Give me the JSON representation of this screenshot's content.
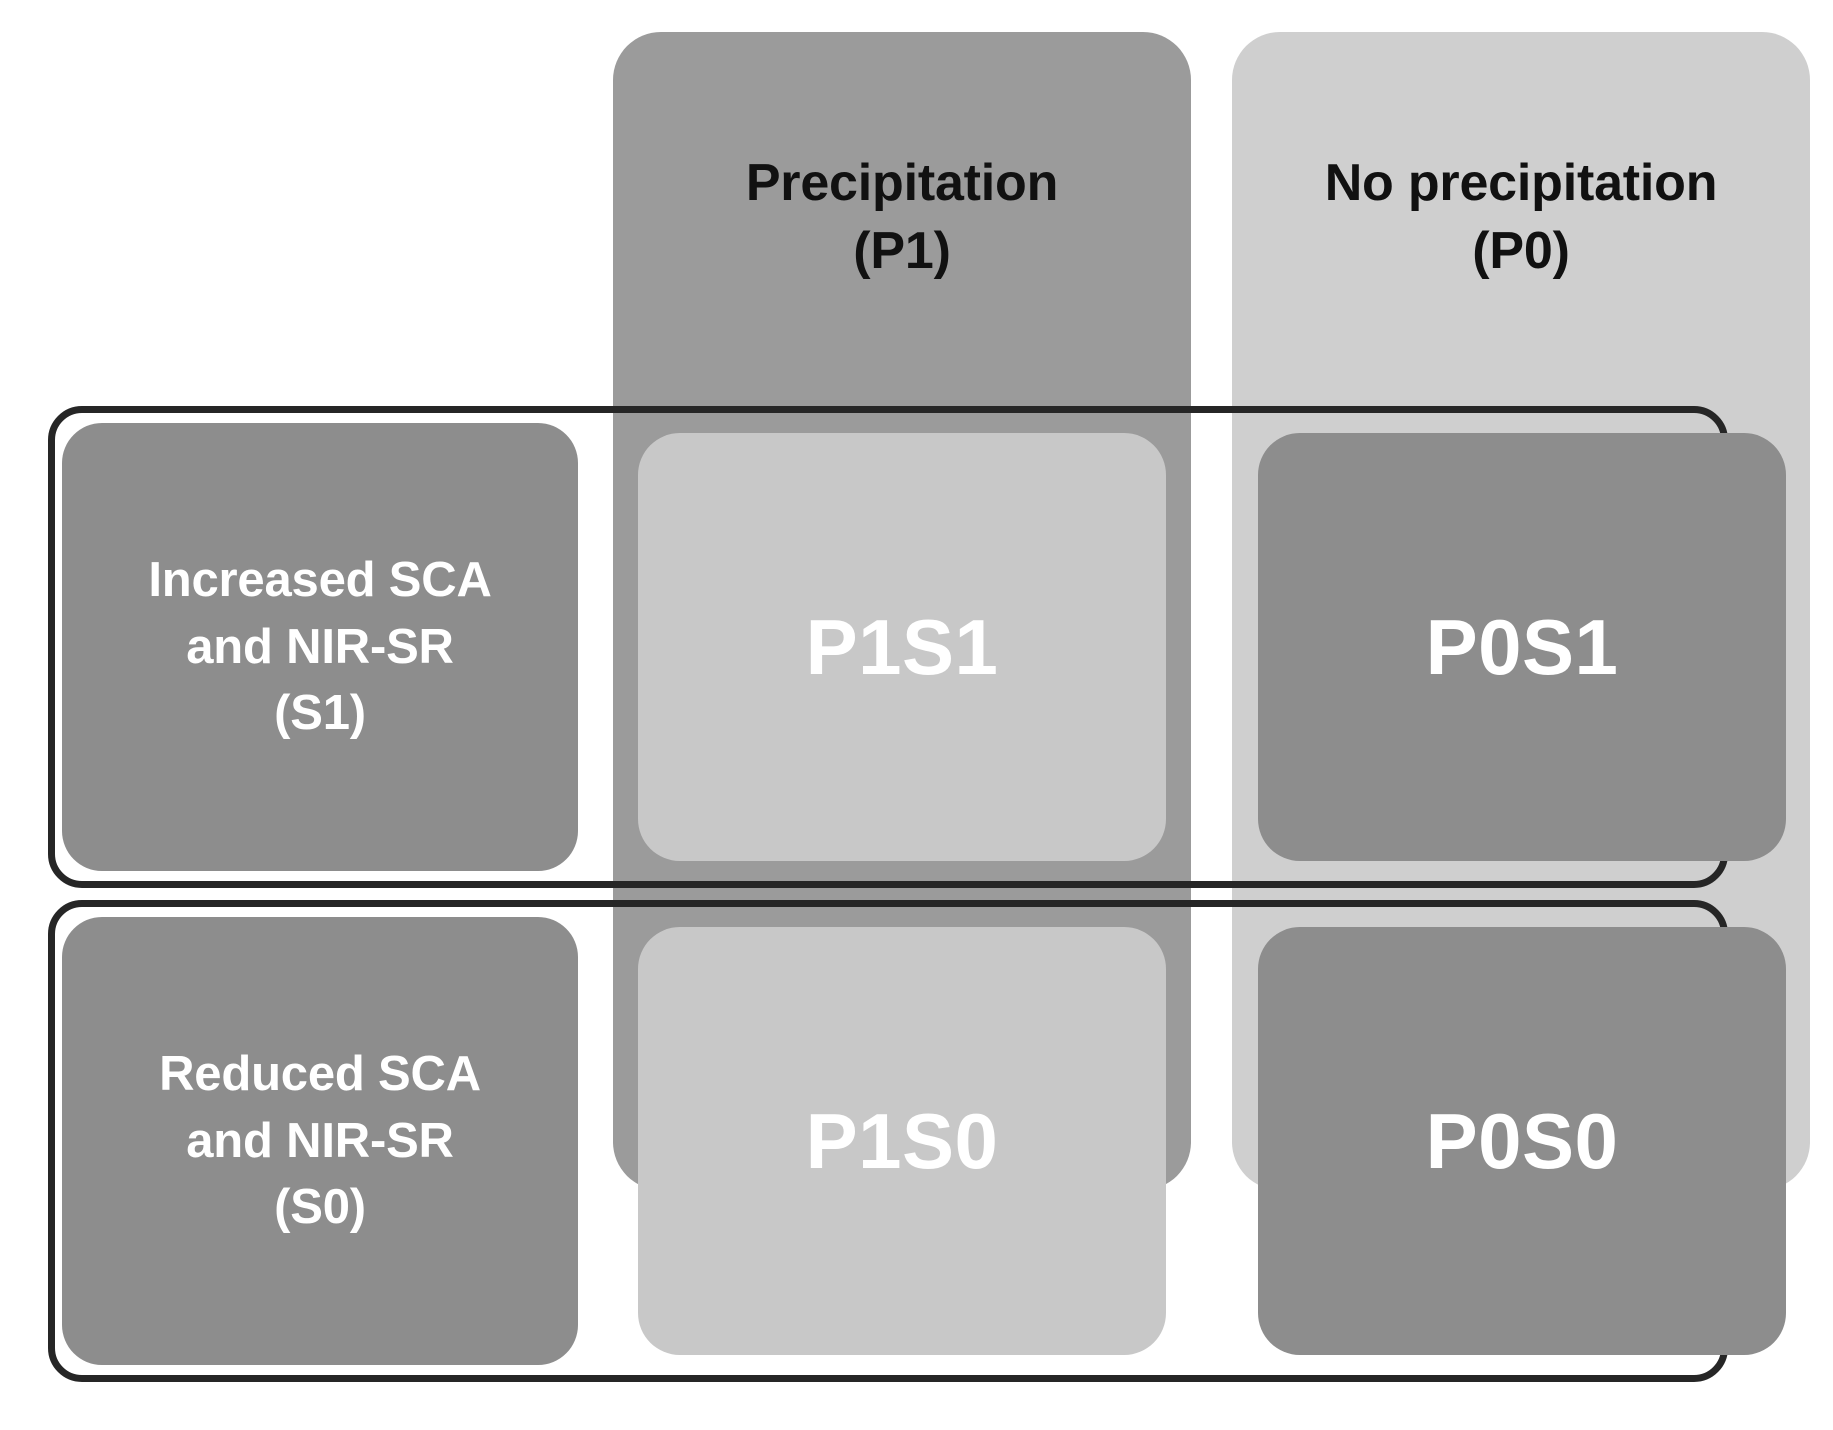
{
  "figure": {
    "type": "2x2-contingency-matrix",
    "columns": [
      {
        "id": "P1",
        "label": "Precipitation\n(P1)",
        "color": "#9b9b9b"
      },
      {
        "id": "P0",
        "label": "No precipitation\n(P0)",
        "color": "#cfcfcf"
      }
    ],
    "rows": [
      {
        "id": "S1",
        "label": "Increased SCA\nand NIR-SR\n(S1)",
        "color": "#8d8d8d"
      },
      {
        "id": "S0",
        "label": "Reduced SCA\nand NIR-SR\n(S0)",
        "color": "#8d8d8d"
      }
    ],
    "cells": [
      {
        "id": "P1S1",
        "label": "P1S1",
        "row": "S1",
        "column": "P1",
        "color": "#c8c8c8"
      },
      {
        "id": "P0S1",
        "label": "P0S1",
        "row": "S1",
        "column": "P0",
        "color": "#8d8d8d"
      },
      {
        "id": "P1S0",
        "label": "P1S0",
        "row": "S0",
        "column": "P1",
        "color": "#c8c8c8"
      },
      {
        "id": "P0S0",
        "label": "P0S0",
        "row": "S0",
        "column": "P0",
        "color": "#8d8d8d"
      }
    ],
    "outline_color": "#262626",
    "background_color": "#ffffff"
  }
}
